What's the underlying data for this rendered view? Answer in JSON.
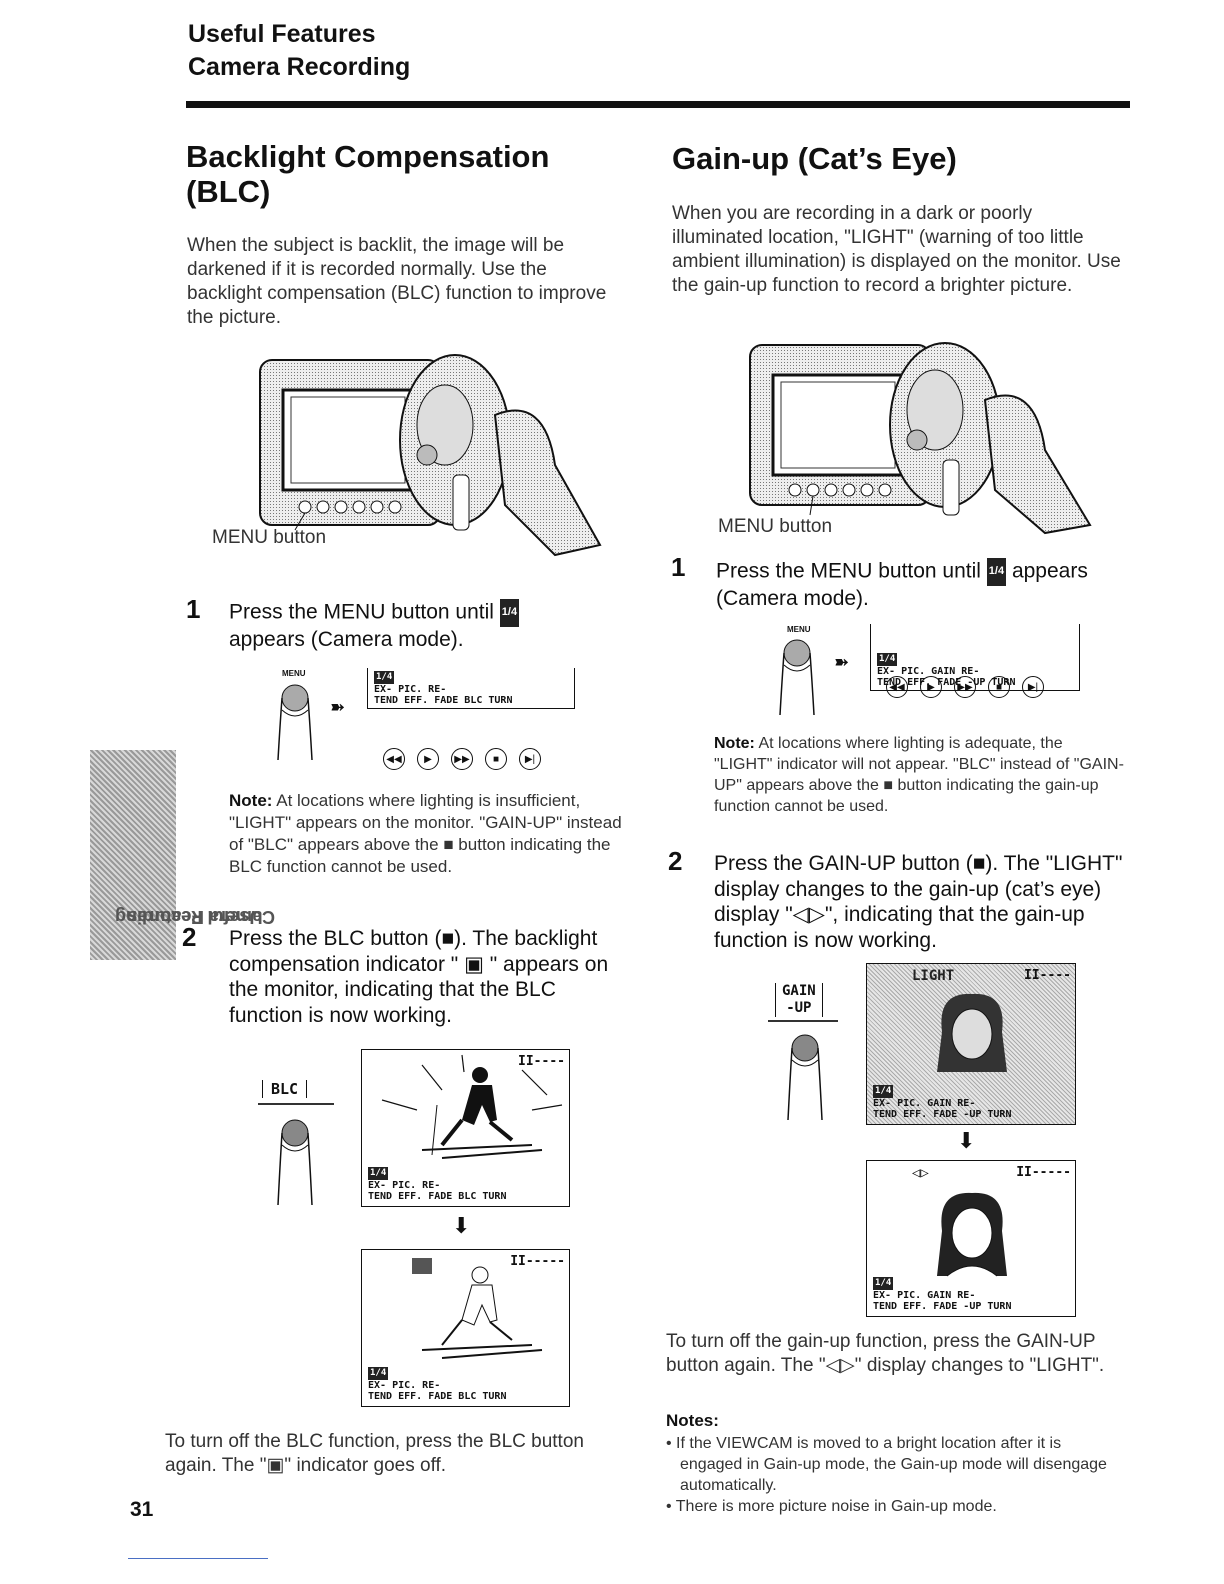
{
  "header": {
    "line1": "Useful Features",
    "line2": "Camera Recording"
  },
  "side_tab": {
    "line1": "Useful Features",
    "line2": "Camera Recording"
  },
  "page_number": "31",
  "left": {
    "title_line1": "Backlight Compensation",
    "title_line2": "(BLC)",
    "intro": "When the subject is backlit, the image will be darkened if it is recorded normally. Use the backlight compensation (BLC) function to improve the picture.",
    "camera_label": "MENU button",
    "step1_num": "1",
    "step1_text_a": "Press the MENU button until",
    "step1_text_b": "appears (Camera mode).",
    "menu_tag": "MENU",
    "menu_badge": "1/4",
    "osd_row1": "EX-  PIC.          RE-",
    "osd_row2": "TEND EFF. FADE BLC TURN",
    "note_label": "Note:",
    "note_text": "At locations where lighting is insufficient, \"LIGHT\" appears on the monitor. \"GAIN-UP\" instead of \"BLC\" appears above the ■ button indicating the BLC function cannot be used.",
    "step2_num": "2",
    "step2_text": "Press the BLC button (■). The backlight compensation indicator \" ▣ \" appears on the monitor, indicating that the BLC function is now working.",
    "blc_key": "BLC",
    "screen_top": "II----",
    "screen_top2": "II-----",
    "closing": "To turn off the BLC function, press the BLC button again. The \"▣\" indicator goes off."
  },
  "right": {
    "title": "Gain-up (Cat’s Eye)",
    "intro": "When you are recording in a dark or poorly illuminated location, \"LIGHT\" (warning of too little ambient illumination) is displayed on the monitor. Use the gain-up function to record a brighter picture.",
    "camera_label": "MENU button",
    "step1_num": "1",
    "step1_text_a": "Press the MENU button until",
    "step1_text_b": "appears (Camera mode).",
    "menu_tag": "MENU",
    "menu_badge": "1/4",
    "osd_row1": "EX-  PIC.       GAIN RE-",
    "osd_row2": "TEND EFF. FADE -UP TURN",
    "note_label": "Note:",
    "note_text": "At locations where lighting is adequate, the \"LIGHT\" indicator will not appear. \"BLC\" instead of \"GAIN-UP\" appears above the ■ button indicating the gain-up function cannot be used.",
    "step2_num": "2",
    "step2_text": "Press the GAIN-UP button (■). The \"LIGHT\" display changes to the gain-up (cat’s eye) display \"◁▷\", indicating that the gain-up function is now working.",
    "gain_key_1": "GAIN",
    "gain_key_2": "-UP",
    "screen_light": "LIGHT",
    "screen_top": "II----",
    "screen_cat": "◁▷",
    "screen_top2": "II-----",
    "closing": "To turn off the gain-up function, press the GAIN-UP button again. The \"◁▷\" display changes to \"LIGHT\".",
    "notes_label": "Notes:",
    "notes": [
      "If the VIEWCAM is moved to a bright location after it is engaged in Gain-up mode, the Gain-up mode will disengage automatically.",
      "There is more picture noise in Gain-up mode."
    ]
  }
}
